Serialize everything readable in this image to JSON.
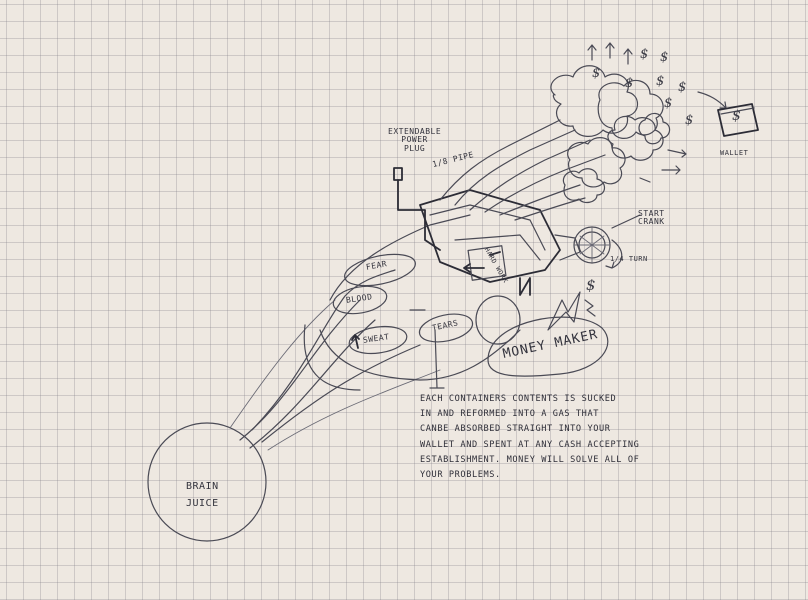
{
  "labels": {
    "extendable_power_plug": [
      "EXTENDABLE",
      "POWER",
      "PLUG"
    ],
    "pipe_size": "1/8 PIPE",
    "start_crank": [
      "START",
      "CRANK"
    ],
    "quarter_turn": "1/4 TURN",
    "wallet": "WALLET",
    "fear": "FEAR",
    "blood": "BLOOD",
    "sweat": "SWEAT",
    "tears": "TEARS",
    "hard_work": "HARD WORK",
    "brain_juice": [
      "BRAIN",
      "JUICE"
    ],
    "money_maker": "MONEY MAKER",
    "dollar_sign": "$"
  },
  "note": [
    "EACH CONTAINERS CONTENTS IS SUCKED",
    "IN AND REFORMED INTO A GAS THAT",
    "CANBE ABSORBED STRAIGHT INTO YOUR",
    "WALLET AND SPENT AT ANY CASH ACCEPTING",
    "ESTABLISHMENT. MONEY Will SOLVE ALL OF",
    "YOUR PROBLEMS."
  ]
}
